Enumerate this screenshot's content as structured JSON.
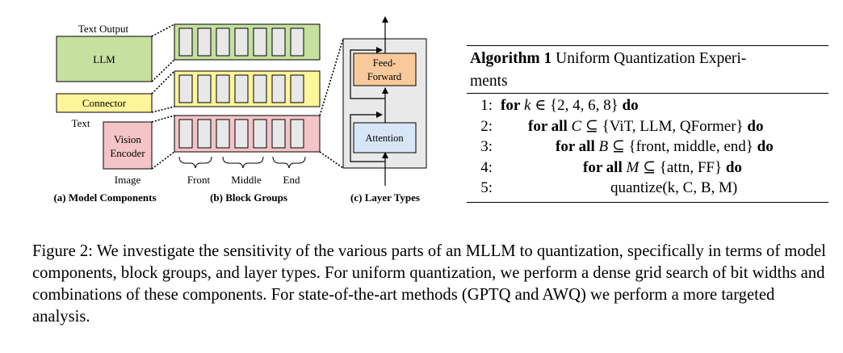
{
  "figure": {
    "panel_a": {
      "text_output": "Text Output",
      "llm": "LLM",
      "connector": "Connector",
      "text": "Text",
      "vision_encoder_line1": "Vision",
      "vision_encoder_line2": "Encoder",
      "image": "Image",
      "caption": "(a) Model Components"
    },
    "panel_b": {
      "front": "Front",
      "middle": "Middle",
      "end": "End",
      "caption": "(b) Block Groups"
    },
    "panel_c": {
      "feed_forward_line1": "Feed-",
      "feed_forward_line2": "Forward",
      "attention": "Attention",
      "caption": "(c) Layer Types"
    },
    "colors": {
      "llm": "#c6e0a0",
      "connector": "#fff59a",
      "vision": "#f4c4c8",
      "feed_forward": "#f8c99a",
      "attention": "#d7e6f6",
      "layer_bg": "#e9e9e9"
    }
  },
  "algorithm": {
    "label": "Algorithm 1",
    "title_line1": "Uniform Quantization Experi-",
    "title_line2": "ments",
    "lines": [
      {
        "num": "1:",
        "kw": "for",
        "math": "k",
        "rest": " ∈ {2, 4, 6, 8} ",
        "end": "do"
      },
      {
        "num": "2:",
        "kw": "for all",
        "math": "C",
        "rest": " ⊆ {ViT, LLM, QFormer} ",
        "end": "do"
      },
      {
        "num": "3:",
        "kw": "for all",
        "math": "B",
        "rest": " ⊆ {front, middle, end} ",
        "end": "do"
      },
      {
        "num": "4:",
        "kw": "for all",
        "math": "M",
        "rest": " ⊆ {attn, FF} ",
        "end": "do"
      },
      {
        "num": "5:",
        "text": "quantize(k, C, B, M)"
      }
    ]
  },
  "caption": "Figure 2: We investigate the sensitivity of the various parts of an MLLM to quantization, specifically in terms of model components, block groups, and layer types. For uniform quantization, we perform a dense grid search of bit widths and combinations of these components. For state-of-the-art methods (GPTQ and AWQ) we perform a more targeted analysis."
}
